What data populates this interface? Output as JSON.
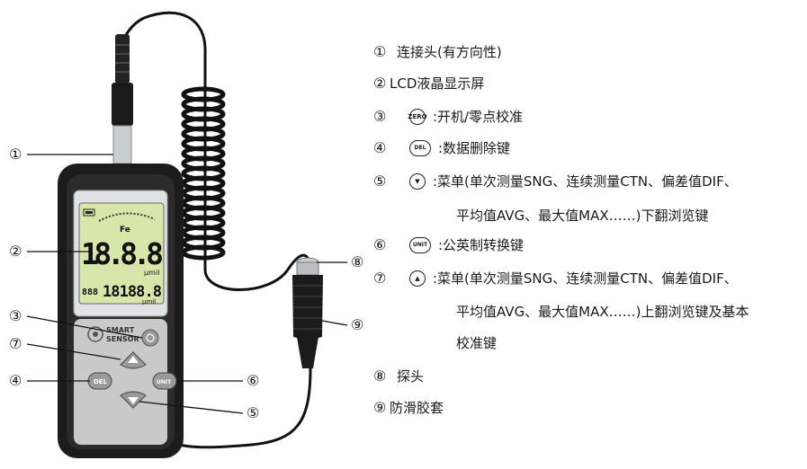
{
  "device": {
    "lcd": {
      "main_reading": "18.8.8",
      "unit_top": "μmil",
      "sub_reading": "18188.8",
      "unit_bottom": "μmil",
      "fe_label": "Fe",
      "mem_label": "888"
    },
    "brand_line1": "SMART",
    "brand_line2": "SENSOR",
    "key_del": "DEL",
    "key_unit": "UNIT"
  },
  "callouts": [
    "①",
    "②",
    "③",
    "⑦",
    "④",
    "⑥",
    "⑤",
    "⑧",
    "⑨"
  ],
  "legend": [
    {
      "num": "①",
      "text": "连接头(有方向性)"
    },
    {
      "num": "②",
      "text": "LCD液晶显示屏"
    },
    {
      "num": "③",
      "icon": "power-zero-icon",
      "icon_text": "ZERO",
      "text": ":开机/零点校准"
    },
    {
      "num": "④",
      "icon": "del-icon",
      "icon_text": "DEL",
      "text": ":数据删除键"
    },
    {
      "num": "⑤",
      "icon": "down-arrow-icon",
      "icon_text": "▼",
      "text": ":菜单(单次测量SNG、连续测量CTN、偏差值DIF、",
      "cont": "平均值AVG、最大值MAX……)下翻浏览键"
    },
    {
      "num": "⑥",
      "icon": "unit-icon",
      "icon_text": "UNIT",
      "text": ":公英制转换键"
    },
    {
      "num": "⑦",
      "icon": "up-arrow-icon",
      "icon_text": "▲",
      "text": ":菜单(单次测量SNG、连续测量CTN、偏差值DIF、",
      "cont": "平均值AVG、最大值MAX……)上翻浏览键及基本",
      "cont2": "校准键"
    },
    {
      "num": "⑧",
      "text": "探头"
    },
    {
      "num": "⑨",
      "text": "防滑胶套"
    }
  ]
}
